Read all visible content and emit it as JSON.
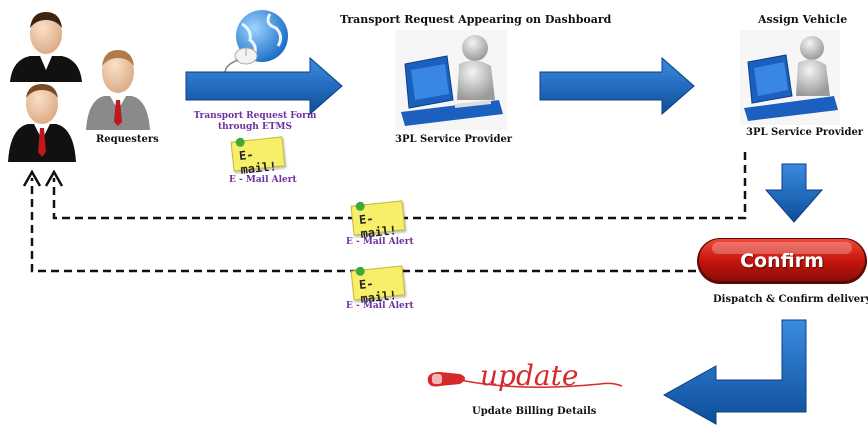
{
  "diagram": {
    "titles": {
      "dashboard": "Transport Request Appearing on Dashboard",
      "assign": "Assign Vehicle"
    },
    "labels": {
      "requesters": "Requesters",
      "form_line1": "Transport Request Form",
      "form_line2": "through ETMS",
      "email_alert_top": "E - Mail Alert",
      "provider_1": "3PL Service Provider",
      "provider_2": "3PL Service Provider",
      "email_alert_mid": "E - Mail Alert",
      "email_alert_low": "E - Mail Alert",
      "dispatch": "Dispatch & Confirm delivery",
      "update_billing": "Update Billing Details"
    },
    "notes": {
      "email_text": "E-mail!"
    },
    "buttons": {
      "confirm": "Confirm"
    },
    "logo": {
      "update_text": "update"
    },
    "colors": {
      "arrow_blue": "#1f6fc4",
      "arrow_dark": "#0e4f99",
      "confirm_red": "#c8160f",
      "alert_purple": "#7030a0",
      "note_yellow": "#f7ef6a",
      "pin_green": "#3caa34"
    }
  }
}
